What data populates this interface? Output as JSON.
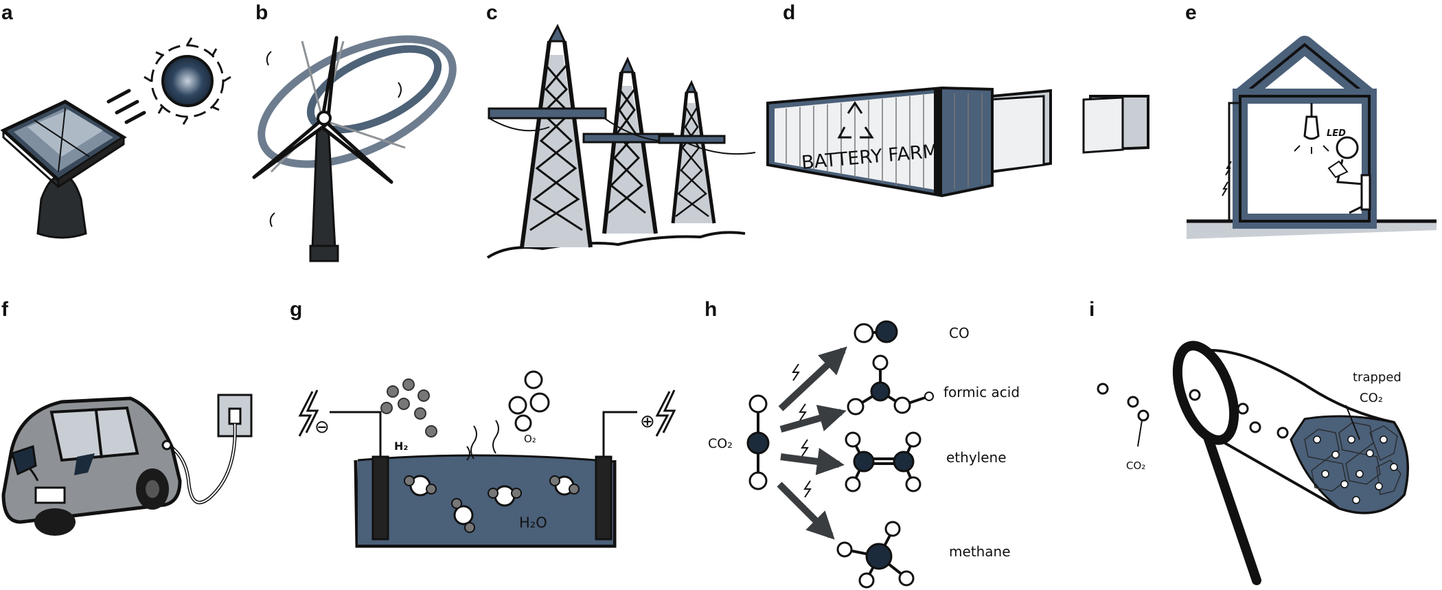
{
  "panels": {
    "a": {
      "letter": "a"
    },
    "b": {
      "letter": "b"
    },
    "c": {
      "letter": "c"
    },
    "d": {
      "letter": "d",
      "sign": "BATTERY FARM"
    },
    "e": {
      "letter": "e",
      "bulb": "LED"
    },
    "f": {
      "letter": "f"
    },
    "g": {
      "letter": "g",
      "h2": "H₂",
      "o2": "O₂",
      "water": "H₂O",
      "minus": "⊖",
      "plus": "⊕"
    },
    "h": {
      "letter": "h",
      "reactant": "CO₂",
      "products": [
        "CO",
        "formic acid",
        "ethylene",
        "methane"
      ]
    },
    "i": {
      "letter": "i",
      "free_gas": "CO₂",
      "trapped_line1": "trapped",
      "trapped_line2": "CO₂"
    }
  },
  "colors": {
    "ink": "#111111",
    "slate": "#2f4660",
    "slate_fill": "#4b6079",
    "grey": "#8e9296",
    "light": "#c9ced4"
  }
}
